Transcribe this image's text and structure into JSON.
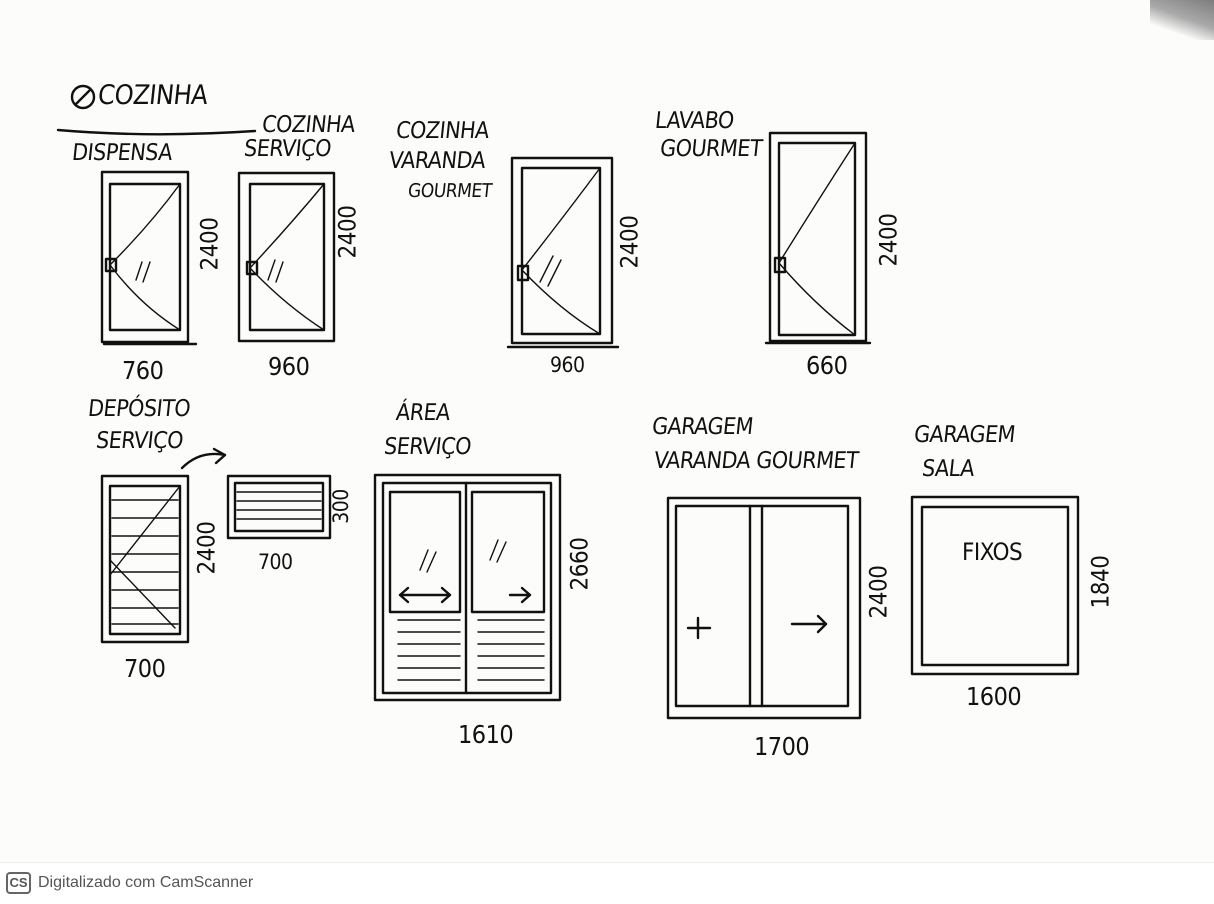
{
  "section": {
    "symbol": "⊘",
    "title": "COZINHA"
  },
  "items": [
    {
      "id": "dispensa",
      "label_lines": [
        "DISPENSA"
      ],
      "width_dim": "760",
      "height_dim": "2400"
    },
    {
      "id": "cozinha-servico",
      "label_lines": [
        "COZINHA",
        "SERVIÇO"
      ],
      "width_dim": "960",
      "height_dim": "2400"
    },
    {
      "id": "cozinha-varanda",
      "label_lines": [
        "COZINHA",
        "VARANDA",
        "GOURMET"
      ],
      "width_dim": "960",
      "height_dim": "2400"
    },
    {
      "id": "lavabo-gourmet",
      "label_lines": [
        "LAVABO",
        "GOURMET"
      ],
      "width_dim": "660",
      "height_dim": "2400"
    },
    {
      "id": "deposito-servico",
      "label_lines": [
        "DEPÓSITO",
        "SERVIÇO"
      ],
      "width_dim": "700",
      "height_dim": "2400",
      "extra_width_dim": "700",
      "extra_height_dim": "300"
    },
    {
      "id": "area-servico",
      "label_lines": [
        "ÁREA",
        "SERVIÇO"
      ],
      "width_dim": "1610",
      "height_dim": "2660"
    },
    {
      "id": "garagem-varanda",
      "label_lines": [
        "GARAGEM",
        "VARANDA GOURMET"
      ],
      "width_dim": "1700",
      "height_dim": "2400"
    },
    {
      "id": "garagem-sala",
      "label_lines": [
        "GARAGEM",
        "SALA"
      ],
      "width_dim": "1600",
      "height_dim": "1840",
      "note": "FIXOS"
    }
  ],
  "footer": {
    "logo": "CS",
    "text": "Digitalizado com CamScanner"
  }
}
